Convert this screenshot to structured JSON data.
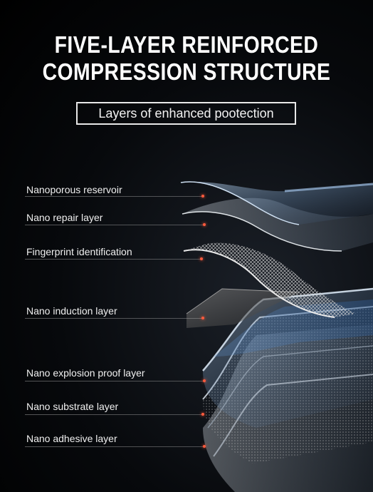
{
  "header": {
    "title_line1": "FIVE-LAYER REINFORCED",
    "title_line2": "COMPRESSION STRUCTURE",
    "subtitle": "Layers of enhanced pootection"
  },
  "layers": [
    {
      "label": "Nanoporous reservoir"
    },
    {
      "label": "Nano repair layer"
    },
    {
      "label": "Fingerprint identification"
    },
    {
      "label": "Nano induction layer"
    },
    {
      "label": "Nano explosion proof layer"
    },
    {
      "label": "Nano substrate layer"
    },
    {
      "label": "Nano adhesive layer"
    }
  ],
  "colors": {
    "background": "#000000",
    "text": "#ffffff",
    "marker": "#ff5a3c",
    "glass": "#8fb4d8"
  }
}
